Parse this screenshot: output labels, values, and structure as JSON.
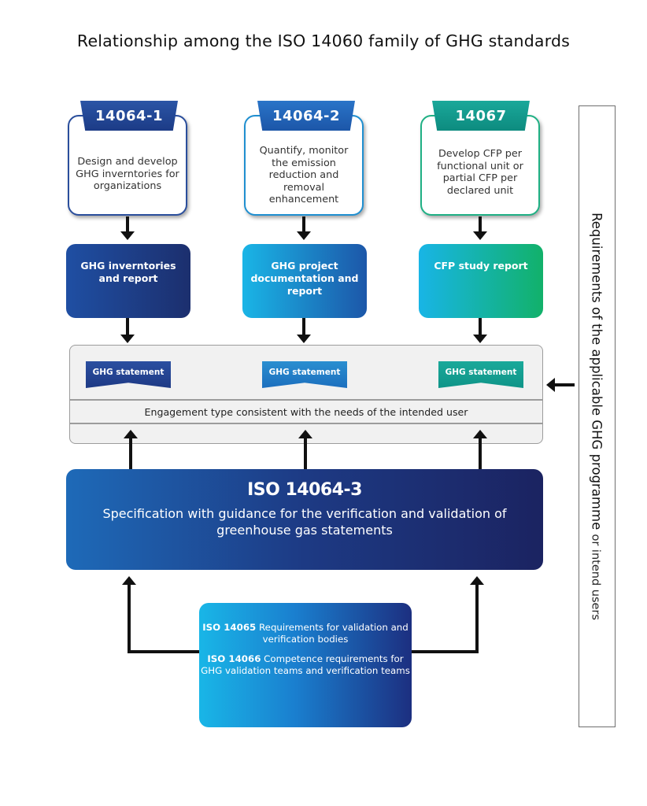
{
  "title": "Relationship among the ISO 14060 family of GHG standards",
  "standards": [
    {
      "code": "14064-1",
      "description": "Design and develop GHG inverntories for organizations",
      "report": "GHG inverntories and report",
      "statement": "GHG statement"
    },
    {
      "code": "14064-2",
      "description": "Quantify, monitor the emission reduction and removal enhancement",
      "report": "GHG project documentation and report",
      "statement": "GHG statement"
    },
    {
      "code": "14067",
      "description": "Develop CFP per functional unit or partial CFP per declared unit",
      "report": "CFP study report",
      "statement": "GHG statement"
    }
  ],
  "engagement": "Engagement type consistent with the needs of the intended user",
  "verification": {
    "code": "ISO 14064-3",
    "description": "Specification with guidance for the verification and validation of greenhouse gas statements"
  },
  "bodies": {
    "iso14065_code": "ISO 14065",
    "iso14065_text": "Requirements for validation and verification bodies",
    "iso14066_code": "ISO 14066",
    "iso14066_text": "Competence requirements for GHG validation teams and verification teams"
  },
  "side_banner": {
    "main": "Requirements of the applicable GHG programme",
    "suffix": "or intend users"
  },
  "colors": {
    "dark_blue": "#1c2f6e",
    "mid_blue": "#1c57a9",
    "cyan": "#18b5e6",
    "teal": "#0d8b7f",
    "green": "#12b16a"
  }
}
